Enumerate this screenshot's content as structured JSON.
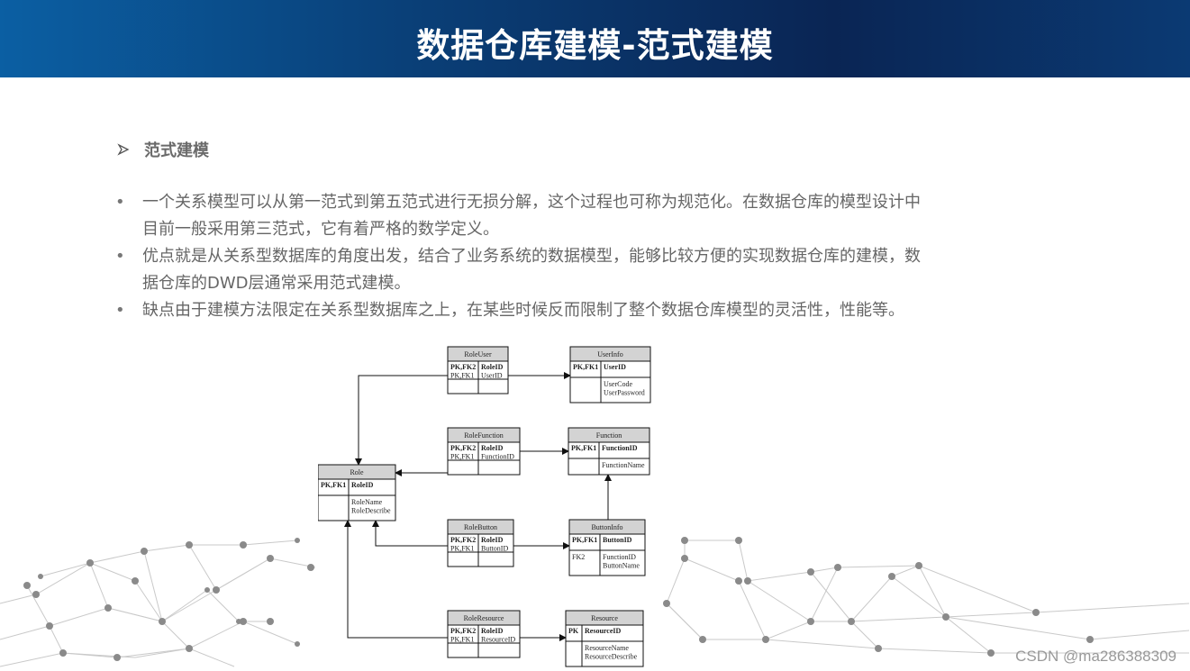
{
  "header": {
    "title": "数据仓库建模-范式建模"
  },
  "section": {
    "arrow_icon": "triangle-arrow-icon",
    "title": "范式建模"
  },
  "bullets": [
    {
      "text": "一个关系模型可以从第一范式到第五范式进行无损分解，这个过程也可称为规范化。在数据仓库的模型设计中目前一般采用第三范式，它有着严格的数学定义。"
    },
    {
      "text": "优点就是从关系型数据库的角度出发，结合了业务系统的数据模型，能够比较方便的实现数据仓库的建模，数据仓库的DWD层通常采用范式建模。"
    },
    {
      "text": "缺点由于建模方法限定在关系型数据库之上，在某些时候反而限制了整个数据仓库模型的灵活性，性能等。"
    }
  ],
  "diagram": {
    "tables": {
      "roleuser": {
        "name": "RoleUser",
        "keys": "PK,FK2\nPK,FK1",
        "fields": "RoleID\nUserID"
      },
      "userinfo": {
        "name": "UserInfo",
        "keys": "PK,FK1",
        "fields": "UserID",
        "extra": "UserCode\nUserPassword"
      },
      "rolefunction": {
        "name": "RoleFunction",
        "keys": "PK,FK2\nPK,FK1",
        "fields": "RoleID\nFunctionID"
      },
      "function": {
        "name": "Function",
        "keys": "PK,FK1",
        "fields": "FunctionID",
        "extra": "FunctionName"
      },
      "role": {
        "name": "Role",
        "keys": "PK,FK1",
        "fields": "RoleID",
        "extra": "RoleName\nRoleDescribe"
      },
      "rolebutton": {
        "name": "RoleButton",
        "keys": "PK,FK2\nPK,FK1",
        "fields": "RoleID\nButtonID"
      },
      "buttoninfo": {
        "name": "ButtonInfo",
        "keys": "PK,FK1",
        "fields": "ButtonID",
        "extra_keys": "FK2",
        "extra": "FunctionID\nButtonName"
      },
      "roleresource": {
        "name": "RoleResource",
        "keys": "PK,FK2\nPK,FK1",
        "fields": "RoleID\nResourceID"
      },
      "resource": {
        "name": "Resource",
        "keys": "PK",
        "fields": "ResourceID",
        "extra": "ResourceName\nResourceDescribe"
      }
    }
  },
  "watermark": "CSDN @ma286388309"
}
